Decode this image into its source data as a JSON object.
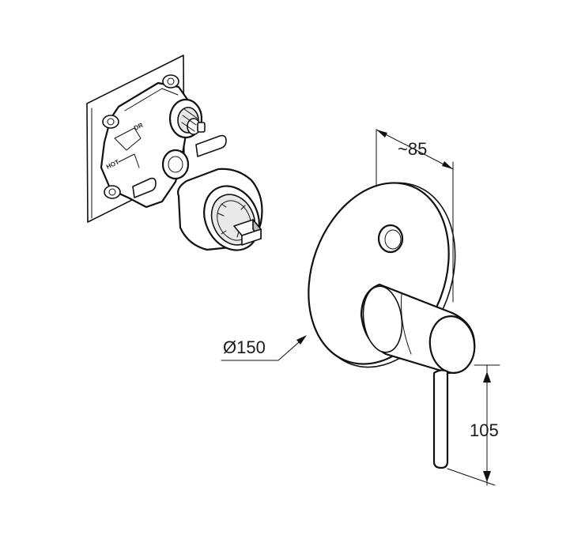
{
  "dimensions": {
    "depth": "~85",
    "diameter": "Ø150",
    "height": "105"
  },
  "valve_labels": {
    "diverter": "DR",
    "hot": "HOT"
  }
}
